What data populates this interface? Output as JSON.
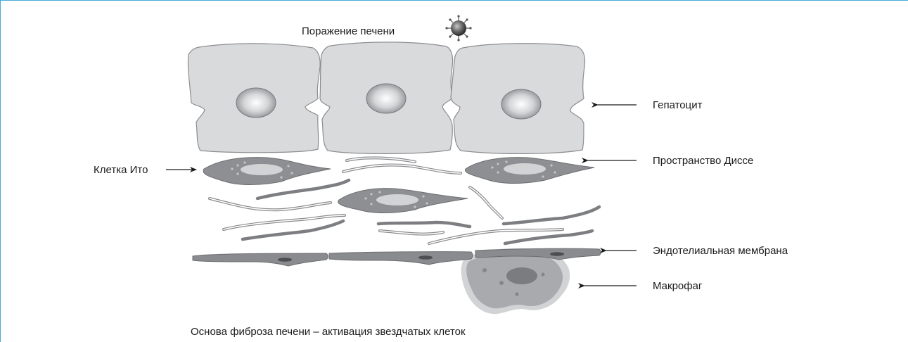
{
  "labels": {
    "liver_damage": "Поражение печени",
    "hepatocyte": "Гепатоцит",
    "ito_cell": "Клетка Ито",
    "space_of_disse": "Пространство Диссе",
    "endothelial_membrane": "Эндотелиальная мембрана",
    "macrophage": "Макрофаг",
    "caption": "Основа фиброза печени – активация звездчатых клеток"
  },
  "colors": {
    "frame_border": "#4aa8d8",
    "hepatocyte_fill": "#d9dadc",
    "hepatocyte_stroke": "#8c8d90",
    "ito_cell_fill": "#8e8f92",
    "fiber_dark": "#7d7e81",
    "endothelium_fill": "#8a8b8e",
    "macrophage_fill": "#a9aaad",
    "macrophage_halo": "#d2d3d5"
  },
  "icons": {
    "damage_agent": "virus-particle-icon",
    "pointer": "arrow-icon"
  }
}
